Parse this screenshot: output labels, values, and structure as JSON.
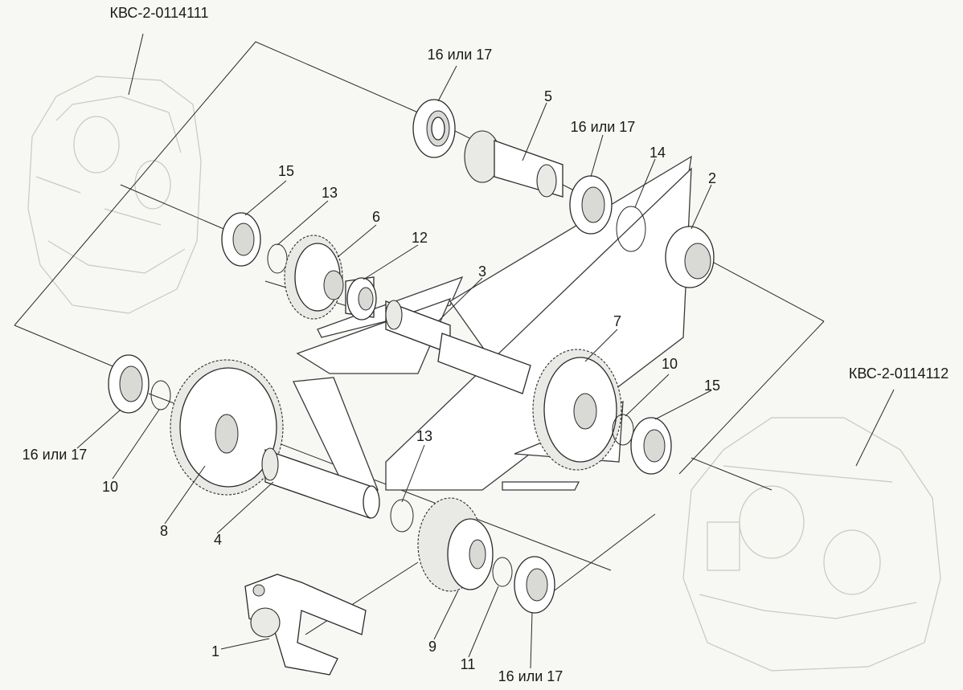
{
  "references": {
    "top_left": "КВС-2-0114111",
    "right": "КВС-2-0114112"
  },
  "callouts": {
    "c1": "1",
    "c2": "2",
    "c3": "3",
    "c4": "4",
    "c5": "5",
    "c6": "6",
    "c7": "7",
    "c8": "8",
    "c9": "9",
    "c10a": "10",
    "c10b": "10",
    "c11": "11",
    "c12": "12",
    "c13a": "13",
    "c13b": "13",
    "c14": "14",
    "c15a": "15",
    "c15b": "15",
    "c16a": "16 или 17",
    "c16b": "16 или 17",
    "c16c": "16 или 17",
    "c16d": "16 или 17"
  }
}
